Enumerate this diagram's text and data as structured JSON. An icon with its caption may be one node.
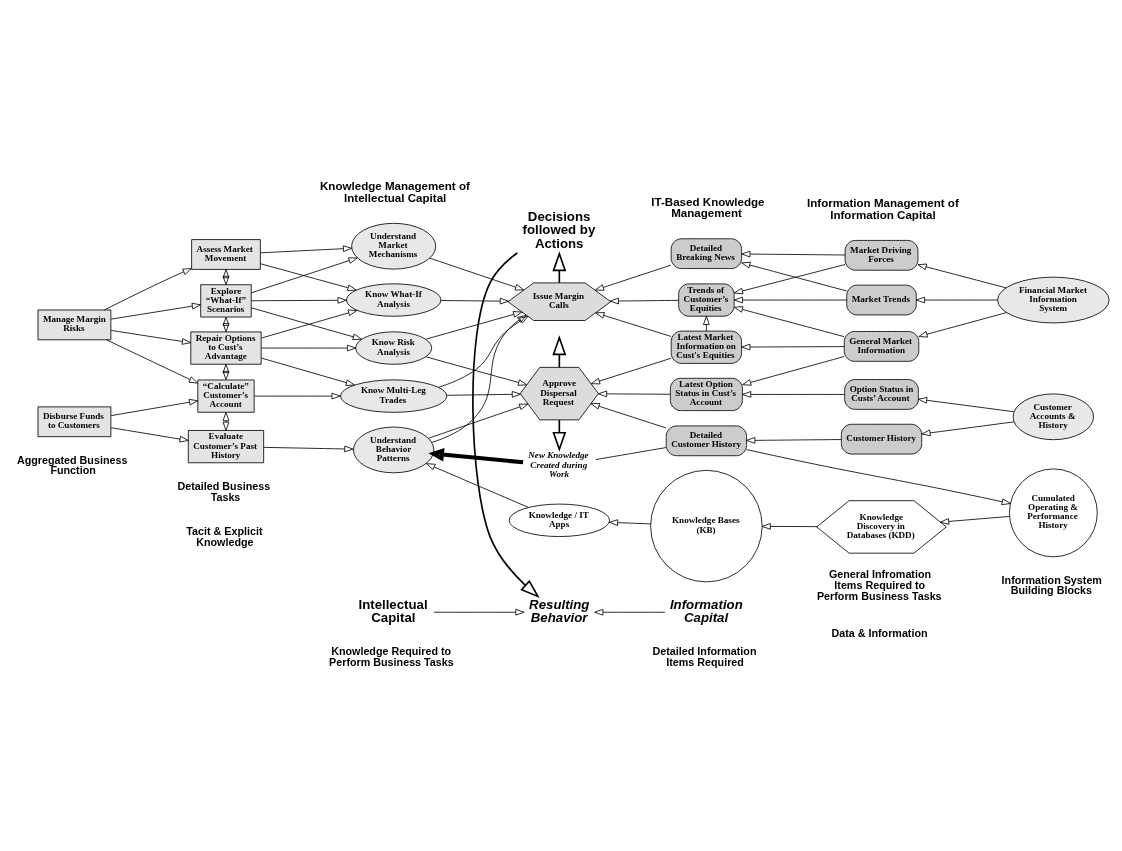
{
  "diagram": {
    "nodes": [
      {
        "text": [
          "Manage Margin Risks"
        ]
      },
      {
        "text": [
          "Disburse Funds to Customers"
        ]
      },
      {
        "text": [
          "Assess Market Movement"
        ]
      },
      {
        "text": [
          "Explore “What-If” Scenarios"
        ]
      },
      {
        "text": [
          "Repair Options to Cust’s Advantage"
        ]
      },
      {
        "text": [
          "“Calculate” Customer’s Account"
        ]
      },
      {
        "text": [
          "Evaluate Customer’s Past History"
        ]
      },
      {
        "text": [
          "Understand Market Mechanisms"
        ]
      },
      {
        "text": [
          "Know What-If Analysis"
        ]
      },
      {
        "text": [
          "Know Risk Analysis"
        ]
      },
      {
        "text": [
          "Know Multi-Leg Trades"
        ]
      },
      {
        "text": [
          "Understand Behavior Patterns"
        ]
      },
      {
        "text": [
          "Issue Margin Calls"
        ]
      },
      {
        "text": [
          "Approve Dispersal Request"
        ]
      },
      {
        "text": [
          "Detailed Breaking News"
        ]
      },
      {
        "text": [
          "Trends of Customer’s Equities"
        ]
      },
      {
        "text": [
          "Latest Market Information on Cust's Equities"
        ]
      },
      {
        "text": [
          "Latest Option Status in Cust’s Account"
        ]
      },
      {
        "text": [
          "Detailed Customer History"
        ]
      },
      {
        "text": [
          "Market Driving Forces"
        ]
      },
      {
        "text": [
          "Market Trends"
        ]
      },
      {
        "text": [
          "General Market Information"
        ]
      },
      {
        "text": [
          "Option Status in Custs’ Account"
        ]
      },
      {
        "text": [
          "Customer History"
        ]
      },
      {
        "text": [
          "Financial Market Information System"
        ]
      },
      {
        "text": [
          "Customer Accounts & History"
        ]
      },
      {
        "text": [
          "Cumulated Operating & Performance History"
        ]
      },
      {
        "text": [
          "Knowledge Discovery in Databases (KDD)"
        ]
      },
      {
        "text": [
          "Knowledge Bases (KB)"
        ]
      },
      {
        "text": [
          "Knowledge / IT Apps"
        ]
      },
      {
        "text": [
          "New Knowledge Created during Work"
        ]
      },
      {
        "text": [
          "Intellectual Capital"
        ]
      },
      {
        "text": [
          "Resulting Behavior"
        ]
      },
      {
        "text": [
          "Information Capital"
        ]
      },
      {
        "text": [
          "Decisions followed by Actions"
        ]
      }
    ],
    "edges": [
      {
        "from": 0,
        "to": 2,
        "arrow": "to"
      },
      {
        "from": 0,
        "to": 3,
        "arrow": "to"
      },
      {
        "from": 0,
        "to": 4,
        "arrow": "to"
      },
      {
        "from": 0,
        "to": 5,
        "arrow": "to"
      },
      {
        "from": 1,
        "to": 5,
        "arrow": "to"
      },
      {
        "from": 1,
        "to": 6,
        "arrow": "to"
      },
      {
        "from": 2,
        "to": 3,
        "arrow": "both"
      },
      {
        "from": 3,
        "to": 4,
        "arrow": "both"
      },
      {
        "from": 4,
        "to": 5,
        "arrow": "both"
      },
      {
        "from": 5,
        "to": 6,
        "arrow": "both"
      },
      {
        "from": 2,
        "to": 7,
        "arrow": "to"
      },
      {
        "from": 2,
        "to": 8,
        "arrow": "to"
      },
      {
        "from": 3,
        "to": 7,
        "arrow": "to"
      },
      {
        "from": 3,
        "to": 8,
        "arrow": "to"
      },
      {
        "from": 3,
        "to": 9,
        "arrow": "to"
      },
      {
        "from": 4,
        "to": 8,
        "arrow": "to"
      },
      {
        "from": 4,
        "to": 9,
        "arrow": "to"
      },
      {
        "from": 4,
        "to": 10,
        "arrow": "to"
      },
      {
        "from": 5,
        "to": 10,
        "arrow": "to"
      },
      {
        "from": 6,
        "to": 11,
        "arrow": "to"
      },
      {
        "from": 7,
        "to": 12,
        "arrow": "to"
      },
      {
        "from": 8,
        "to": 12,
        "arrow": "to"
      },
      {
        "from": 9,
        "to": 12,
        "arrow": "to"
      },
      {
        "from": 10,
        "to": 12,
        "arrow": "to"
      },
      {
        "from": 11,
        "to": 12,
        "arrow": "to"
      },
      {
        "from": 9,
        "to": 13,
        "arrow": "to"
      },
      {
        "from": 10,
        "to": 13,
        "arrow": "to"
      },
      {
        "from": 11,
        "to": 13,
        "arrow": "to"
      },
      {
        "from": 14,
        "to": 12,
        "arrow": "to"
      },
      {
        "from": 15,
        "to": 12,
        "arrow": "to"
      },
      {
        "from": 16,
        "to": 12,
        "arrow": "to"
      },
      {
        "from": 16,
        "to": 13,
        "arrow": "to"
      },
      {
        "from": 17,
        "to": 13,
        "arrow": "to"
      },
      {
        "from": 18,
        "to": 13,
        "arrow": "to"
      },
      {
        "from": 16,
        "to": 15,
        "arrow": "to"
      },
      {
        "from": 19,
        "to": 14,
        "arrow": "to"
      },
      {
        "from": 19,
        "to": 15,
        "arrow": "to"
      },
      {
        "from": 20,
        "to": 14,
        "arrow": "to"
      },
      {
        "from": 20,
        "to": 15,
        "arrow": "to"
      },
      {
        "from": 21,
        "to": 15,
        "arrow": "to"
      },
      {
        "from": 21,
        "to": 16,
        "arrow": "to"
      },
      {
        "from": 21,
        "to": 17,
        "arrow": "to"
      },
      {
        "from": 22,
        "to": 17,
        "arrow": "to"
      },
      {
        "from": 23,
        "to": 18,
        "arrow": "to"
      },
      {
        "from": 24,
        "to": 19,
        "arrow": "to"
      },
      {
        "from": 24,
        "to": 20,
        "arrow": "to"
      },
      {
        "from": 24,
        "to": 21,
        "arrow": "to"
      },
      {
        "from": 25,
        "to": 22,
        "arrow": "to"
      },
      {
        "from": 25,
        "to": 23,
        "arrow": "to"
      },
      {
        "from": 18,
        "to": 26,
        "arrow": "to"
      },
      {
        "from": 26,
        "to": 27,
        "arrow": "to"
      },
      {
        "from": 27,
        "to": 28,
        "arrow": "to"
      },
      {
        "from": 28,
        "to": 29,
        "arrow": "to"
      },
      {
        "from": 29,
        "to": 11,
        "arrow": "to"
      },
      {
        "from": 12,
        "to": 34,
        "arrow": "to"
      },
      {
        "from": 13,
        "to": null,
        "arrow": "to"
      },
      {
        "from": 13,
        "to": 30,
        "arrow": "to"
      },
      {
        "from": 18,
        "to": 30,
        "arrow": "none"
      },
      {
        "from": 30,
        "to": 11,
        "arrow": "to",
        "style": "thick"
      },
      {
        "from": 34,
        "to": 32,
        "arrow": "to"
      },
      {
        "from": 31,
        "to": 32,
        "arrow": "to"
      },
      {
        "from": 33,
        "to": 32,
        "arrow": "to"
      }
    ],
    "labels": [
      "Tacit & Explicit Knowledge",
      "Data & Information",
      "Aggregated Business Function",
      "Detailed Business Tasks",
      "Knowledge Required to Perform Business Tasks",
      "Detailed Information Items Required",
      "General Infromation Items Required to Perform Business Tasks",
      "Information System Building Blocks",
      "IT-Based Knowledge Management",
      "Knowledge Management of Intellectual Capital",
      "Information Management of Information Capital"
    ]
  }
}
